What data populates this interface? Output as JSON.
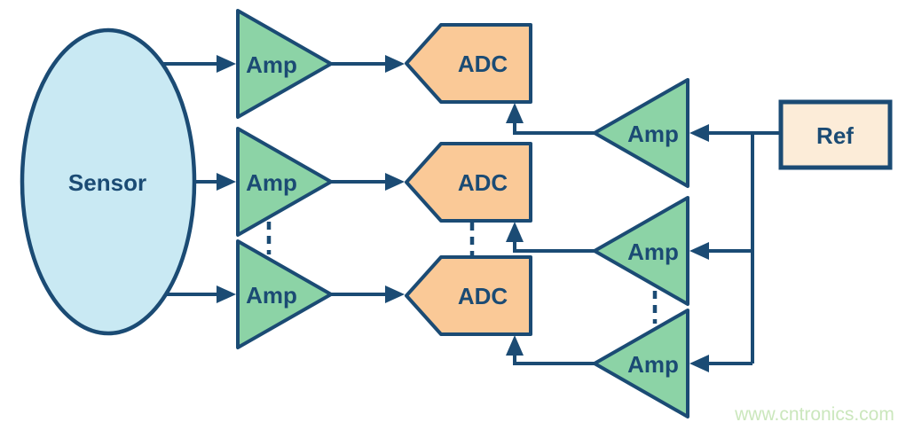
{
  "diagram": {
    "sensor": {
      "label": "Sensor"
    },
    "left_amps": [
      {
        "label": "Amp"
      },
      {
        "label": "Amp"
      },
      {
        "label": "Amp"
      }
    ],
    "adcs": [
      {
        "label": "ADC"
      },
      {
        "label": "ADC"
      },
      {
        "label": "ADC"
      }
    ],
    "ref_amps": [
      {
        "label": "Amp"
      },
      {
        "label": "Amp"
      },
      {
        "label": "Amp"
      }
    ],
    "ref": {
      "label": "Ref"
    }
  },
  "watermark": {
    "text": "www.cntronics.com"
  },
  "colors": {
    "background": "#ffffff",
    "line_color": "#1b4b74",
    "text_color": "#1b4b74",
    "sensor_fill": "#c9e9f3",
    "amp_fill": "#8cd3a6",
    "adc_fill": "#fac997",
    "ref_fill": "#fcecd8",
    "watermark_color": "#cbe7bd"
  }
}
